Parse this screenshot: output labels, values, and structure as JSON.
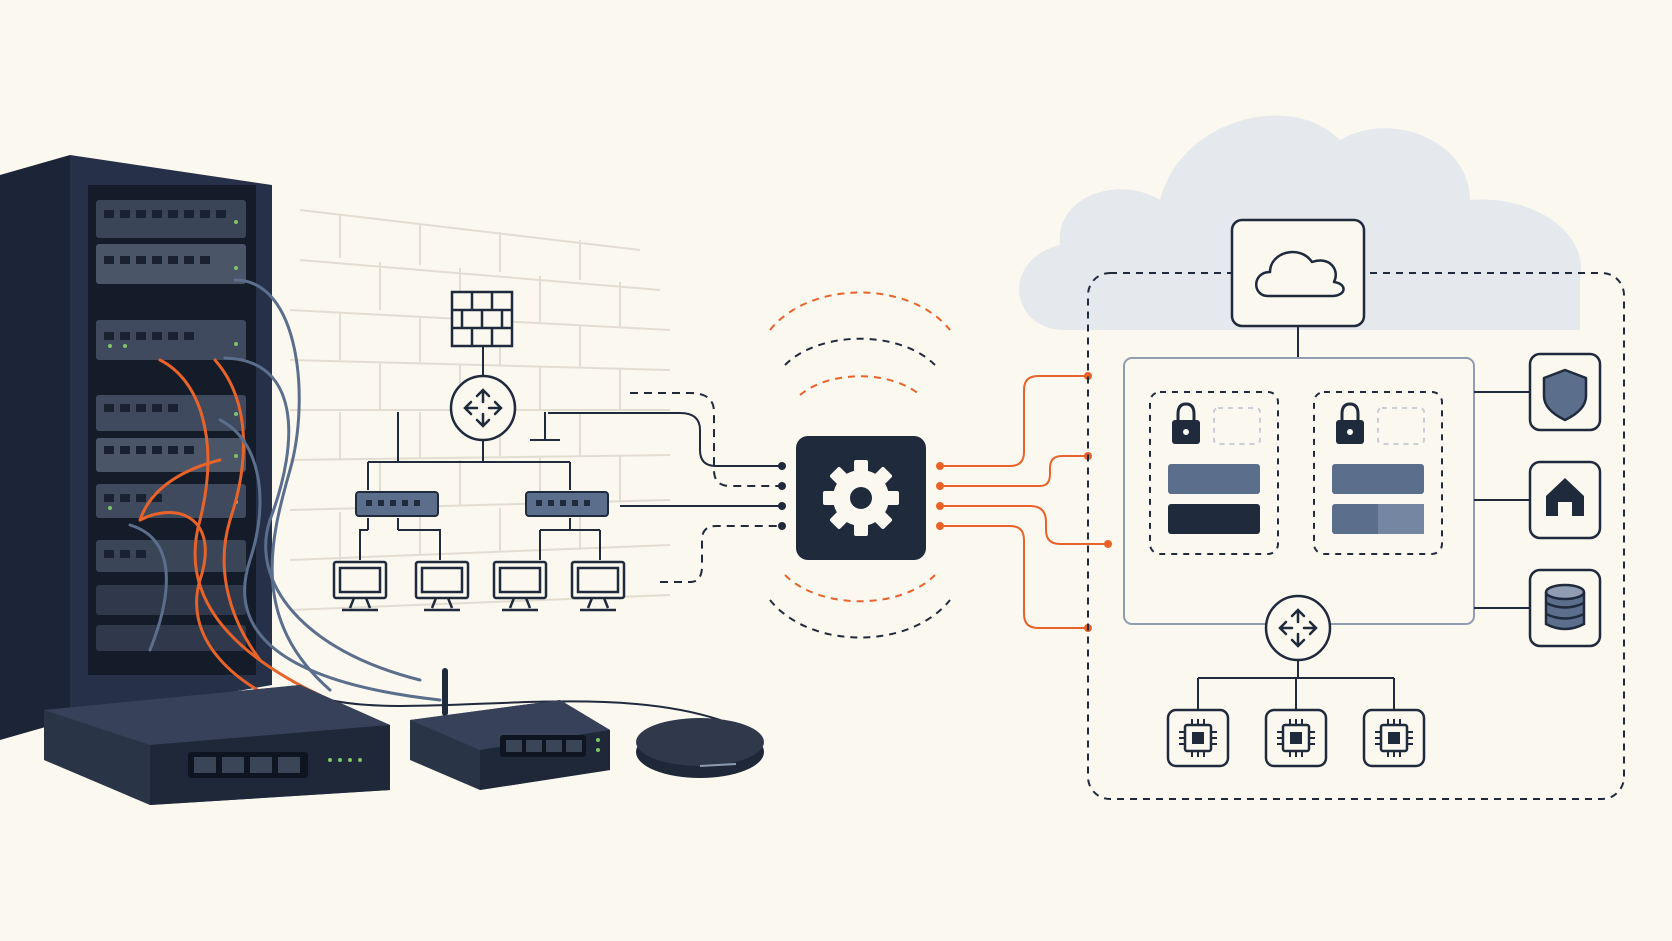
{
  "diagram": {
    "kind": "network-infrastructure-illustration",
    "colors": {
      "background": "#fbf8f0",
      "navy": "#1f2a3d",
      "slate": "#5b6e8c",
      "orange": "#e8632a",
      "light_gray": "#d9dde3",
      "cloud_gray": "#e4e7ec",
      "brick_line": "#e2ddd2"
    },
    "icons": {
      "firewall": "brick-wall-icon",
      "router": "router-arrows-icon",
      "switch": "network-switch-icon",
      "workstation": "monitor-icon",
      "hub": "gear-chip-icon",
      "cloud": "cloud-icon",
      "lock": "lock-icon",
      "security": "shield-icon",
      "home": "home-icon",
      "storage": "database-icon",
      "compute": "cpu-chip-icon"
    },
    "left_network": {
      "switch_count": 2,
      "workstation_count": 4
    },
    "cloud_vpc": {
      "subnet_count": 2,
      "service_count": 3,
      "instance_count": 3
    }
  }
}
